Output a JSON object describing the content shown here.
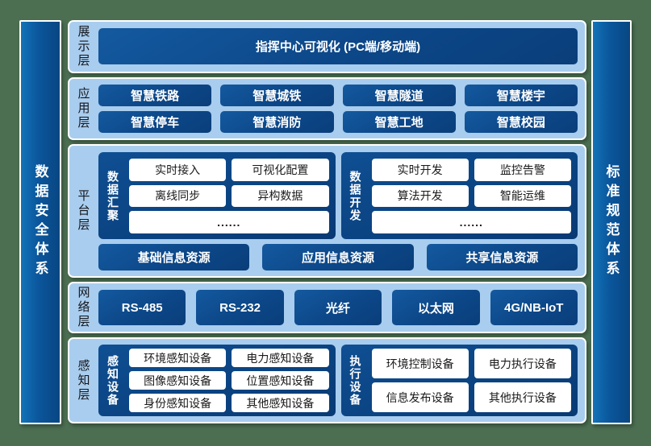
{
  "pillars": {
    "left": "数据安全体系",
    "right": "标准规范体系"
  },
  "layers": {
    "display": {
      "label": "展示层",
      "box": "指挥中心可视化 (PC端/移动端)"
    },
    "application": {
      "label": "应用层",
      "items": [
        "智慧铁路",
        "智慧城铁",
        "智慧隧道",
        "智慧楼宇",
        "智慧停车",
        "智慧消防",
        "智慧工地",
        "智慧校园"
      ]
    },
    "platform": {
      "label": "平台层",
      "groups": [
        {
          "label": "数据汇聚",
          "items": [
            "实时接入",
            "可视化配置",
            "离线同步",
            "异构数据"
          ],
          "more": "......"
        },
        {
          "label": "数据开发",
          "items": [
            "实时开发",
            "监控告警",
            "算法开发",
            "智能运维"
          ],
          "more": "......"
        }
      ],
      "resources": [
        "基础信息资源",
        "应用信息资源",
        "共享信息资源"
      ]
    },
    "network": {
      "label": "网络层",
      "items": [
        "RS-485",
        "RS-232",
        "光纤",
        "以太网",
        "4G/NB-IoT"
      ]
    },
    "perception": {
      "label": "感知层",
      "groups": [
        {
          "label": "感知设备",
          "items": [
            "环境感知设备",
            "电力感知设备",
            "图像感知设备",
            "位置感知设备",
            "身份感知设备",
            "其他感知设备"
          ]
        },
        {
          "label": "执行设备",
          "items": [
            "环境控制设备",
            "电力执行设备",
            "信息发布设备",
            "其他执行设备"
          ]
        }
      ]
    }
  },
  "colors": {
    "background_green": "#4c6f52",
    "layer_fill": "#a9cdee",
    "box_blue": "#0c4788",
    "pillar_blue": "#0b569c",
    "white": "#ffffff",
    "text_dark": "#1a1a1a"
  }
}
